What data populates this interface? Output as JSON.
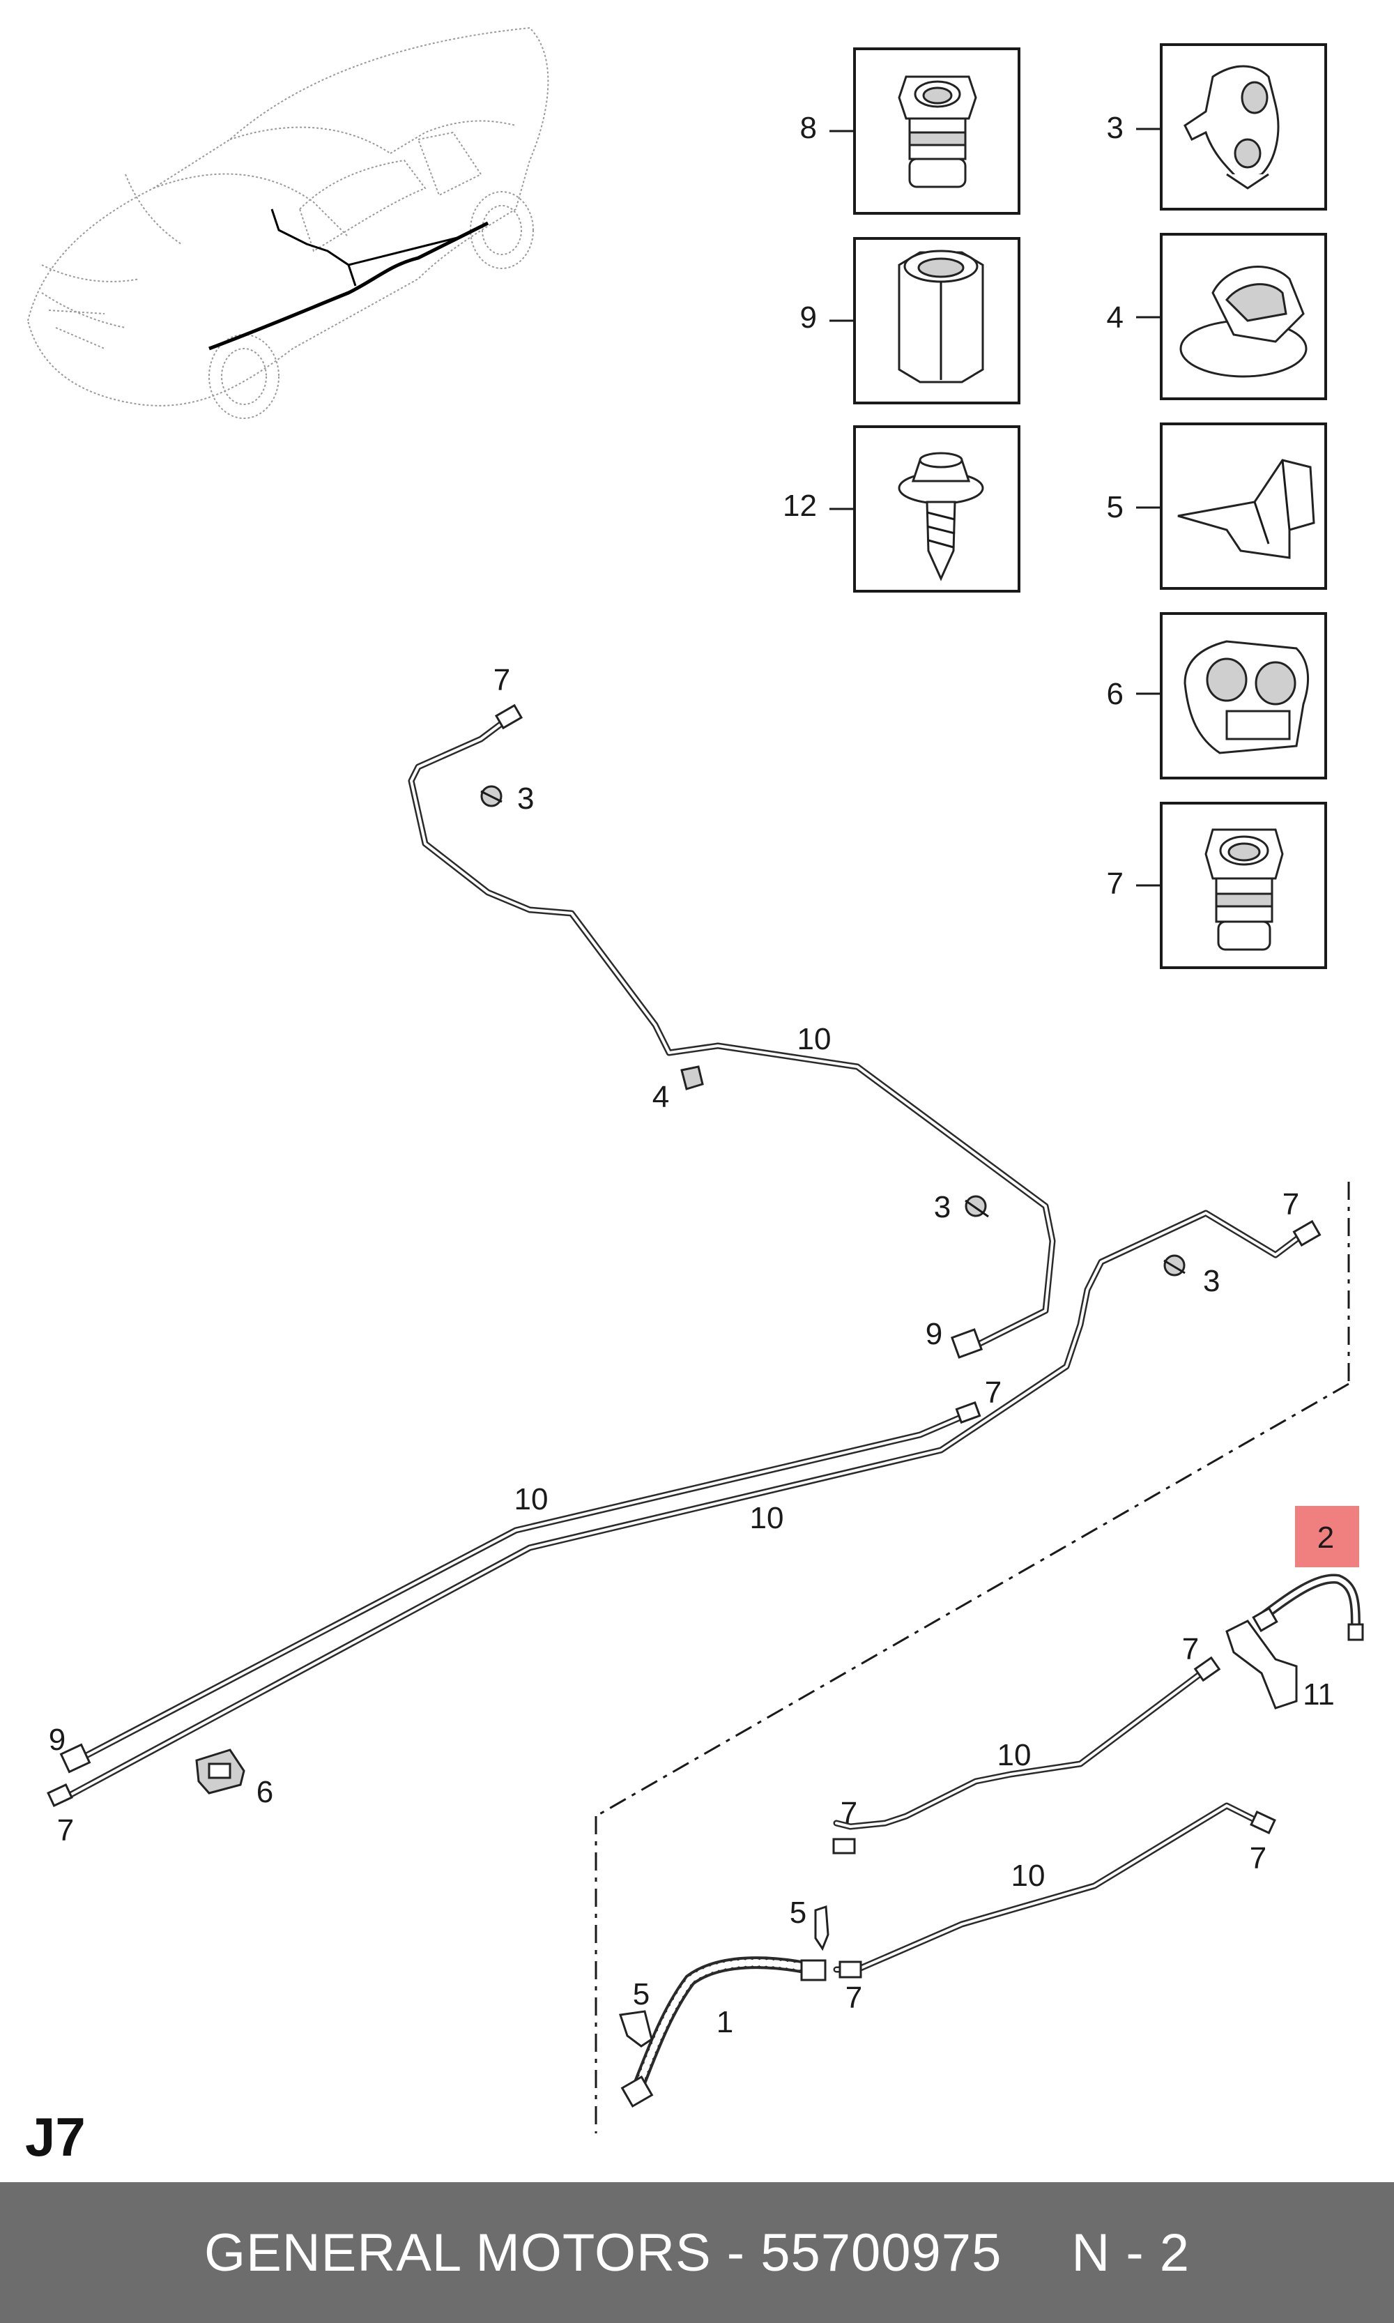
{
  "page_code": "J7",
  "footer": {
    "brand": "GENERAL MOTORS",
    "separator": "-",
    "part_number": "55700975",
    "reference": "N - 2"
  },
  "colors": {
    "footer_bg": "#6d6d6d",
    "highlight": "#f08080"
  },
  "parts_boxes": {
    "left_column": [
      {
        "label": "8",
        "icon": "union-nut-icon"
      },
      {
        "label": "9",
        "icon": "hex-coupling-icon"
      },
      {
        "label": "12",
        "icon": "flange-screw-icon"
      }
    ],
    "right_column": [
      {
        "label": "3",
        "icon": "pipe-clip-icon"
      },
      {
        "label": "4",
        "icon": "push-clip-icon"
      },
      {
        "label": "5",
        "icon": "bracket-clip-icon"
      },
      {
        "label": "6",
        "icon": "double-pipe-clip-icon"
      },
      {
        "label": "7",
        "icon": "union-nut-icon"
      }
    ]
  },
  "callouts": {
    "upper_pipe_nut": "7",
    "upper_clip": "3",
    "upper_pipe": "10",
    "clip_4": "4",
    "clip_3_mid": "3",
    "coupling_9_mid": "9",
    "right_nut": "7",
    "right_clip": "3",
    "mid_nut": "7",
    "long_pipe_a": "10",
    "long_pipe_b": "10",
    "coupling_9_left": "9",
    "nut_7_left": "7",
    "clip_6": "6",
    "hose_2": "2",
    "bracket_11": "11",
    "nut_7_rear_a": "7",
    "pipe_10_rear_a": "10",
    "nut_7_rear_b": "7",
    "pipe_10_rear_b": "10",
    "nut_7_rear_c": "7",
    "clip_5_a": "5",
    "clip_5_b": "5",
    "hose_1": "1",
    "nut_7_rear_d": "7"
  }
}
